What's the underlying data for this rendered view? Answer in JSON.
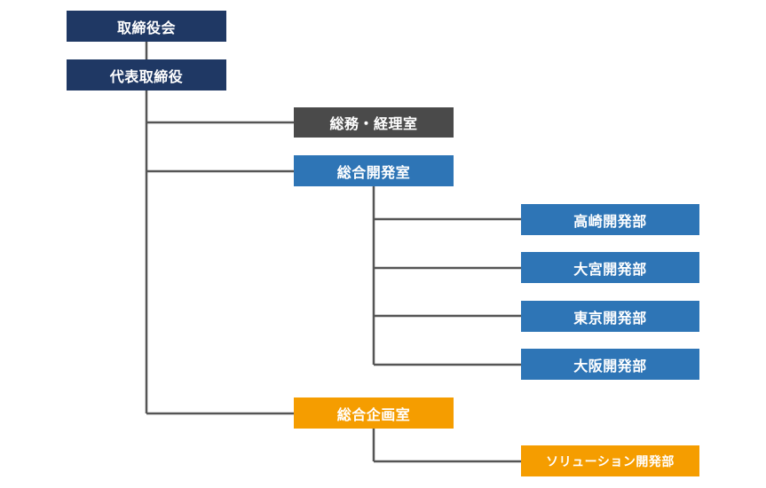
{
  "org_chart": {
    "board": "取締役会",
    "ceo": "代表取締役",
    "admin_office": "総務・経理室",
    "dev_office": "総合開発室",
    "dev_departments": [
      "高崎開発部",
      "大宮開発部",
      "東京開発部",
      "大阪開発部"
    ],
    "planning_office": "総合企画室",
    "solution_dept": "ソリューション開発部"
  },
  "colors": {
    "executive": "#1f3864",
    "admin": "#4a4a4a",
    "development": "#2e75b6",
    "planning": "#f59d00",
    "connector": "#555555"
  }
}
